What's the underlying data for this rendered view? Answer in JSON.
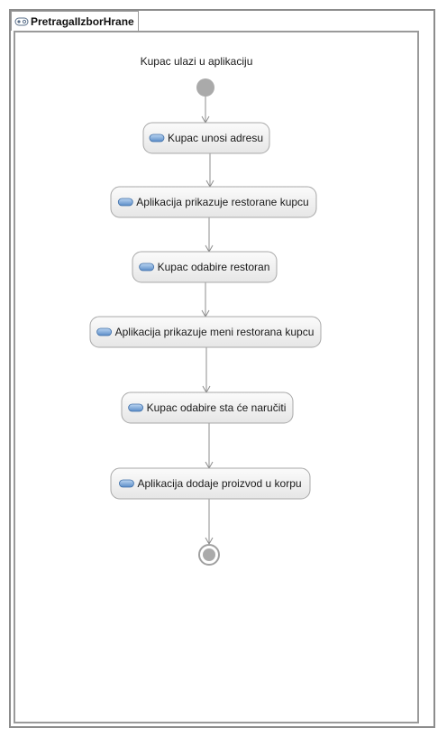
{
  "diagram": {
    "tab_title": "PretragaIIzborHrane",
    "note_text": "Kupac ulazi u aplikaciju",
    "actions": [
      {
        "label": "Kupac unosi adresu"
      },
      {
        "label": "Aplikacija prikazuje restorane kupcu"
      },
      {
        "label": "Kupac odabire restoran"
      },
      {
        "label": "Aplikacija prikazuje meni restorana kupcu"
      },
      {
        "label": "Kupac odabire sta će naručiti"
      },
      {
        "label": "Aplikacija dodaje proizvod u korpu"
      }
    ],
    "icons": {
      "tab": "activity-diagram-icon",
      "action": "action-icon",
      "start": "initial-node-icon",
      "end": "final-node-icon"
    },
    "colors": {
      "frame": "#8c8c8c",
      "node_fill": "#e6e6e6",
      "initial_node": "#aaaaaa",
      "flow_line": "#8c8c8c",
      "action_icon": "#5a8cc8"
    }
  }
}
